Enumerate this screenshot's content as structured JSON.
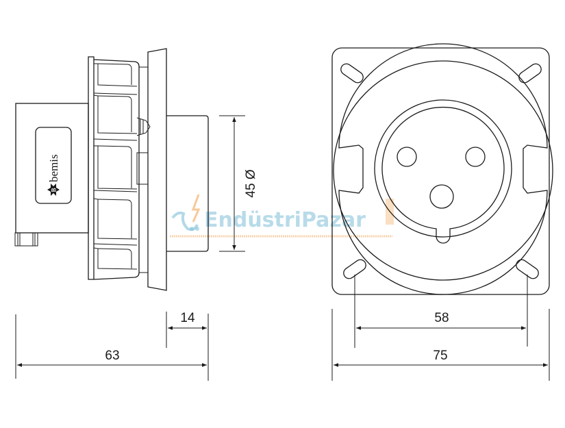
{
  "drawing": {
    "title": "Bemis panel-mounted socket technical drawing",
    "brand_label": "bemis",
    "brand_logo_letter": "B",
    "watermark_text": "EndüstriPazar",
    "colors": {
      "line": "#1a1a1a",
      "watermark_blue": "#7fbfd8",
      "watermark_orange": "#f4b778"
    }
  },
  "dimensions": {
    "diameter": {
      "value": "45",
      "symbol": "Ø",
      "label": "45 Ø"
    },
    "depth_front": {
      "value": "14",
      "label": "14"
    },
    "total_depth": {
      "value": "63",
      "label": "63"
    },
    "hole_spacing": {
      "value": "58",
      "label": "58"
    },
    "flange_width": {
      "value": "75",
      "label": "75"
    }
  }
}
